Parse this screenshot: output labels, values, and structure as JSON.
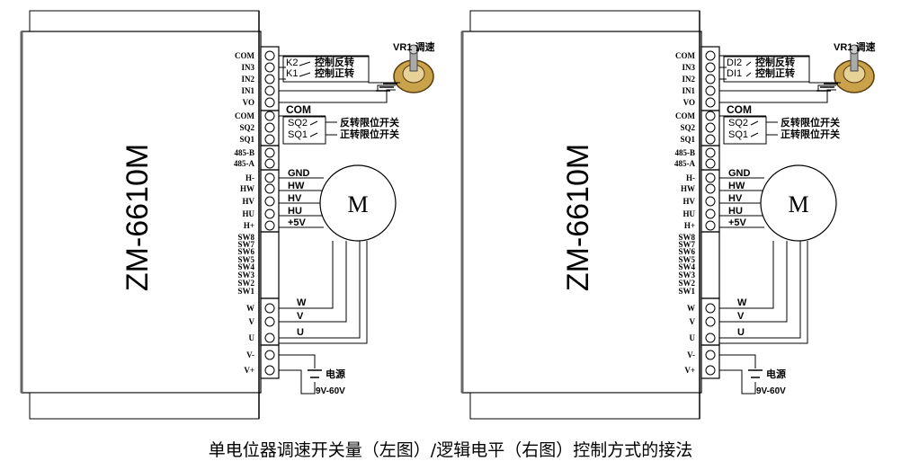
{
  "caption": "单电位器调速开关量（左图）/逻辑电平（右图）控制方式的接法",
  "panels": [
    {
      "model": "ZM-6610M",
      "pot_label": "VR1 调速",
      "inputs": [
        {
          "sw": "K2",
          "text": "控制反转"
        },
        {
          "sw": "K1",
          "text": "控制正转"
        }
      ],
      "com_label": "COM",
      "limits": [
        {
          "sw": "SQ2",
          "text": "反转限位开关"
        },
        {
          "sw": "SQ1",
          "text": "正转限位开关"
        }
      ],
      "hall_labels": [
        "GND",
        "HW",
        "HV",
        "HU",
        "+5V"
      ],
      "motor_label": "M",
      "phase_labels": [
        "W",
        "V",
        "U"
      ],
      "power_label": "电源",
      "voltage_label": "9V-60V"
    },
    {
      "model": "ZM-6610M",
      "pot_label": "VR1 调速",
      "inputs": [
        {
          "sw": "DI2",
          "text": "控制反转"
        },
        {
          "sw": "DI1",
          "text": "控制正转"
        }
      ],
      "com_label": "COM",
      "limits": [
        {
          "sw": "SQ2",
          "text": "反转限位开关"
        },
        {
          "sw": "SQ1",
          "text": "正转限位开关"
        }
      ],
      "hall_labels": [
        "GND",
        "HW",
        "HV",
        "HU",
        "+5V"
      ],
      "motor_label": "M",
      "phase_labels": [
        "W",
        "V",
        "U"
      ],
      "power_label": "电源",
      "voltage_label": "9V-60V"
    }
  ],
  "terminal_labels": [
    "COM",
    "IN3",
    "IN2",
    "IN1",
    "VO",
    "COM",
    "SQ2",
    "SQ1",
    "485-B",
    "485-A",
    "H-",
    "HW",
    "HV",
    "HU",
    "H+",
    "SW8",
    "SW7",
    "SW6",
    "SW5",
    "SW4",
    "SW3",
    "SW2",
    "SW1",
    "W",
    "V",
    "U",
    "V-",
    "V+"
  ]
}
